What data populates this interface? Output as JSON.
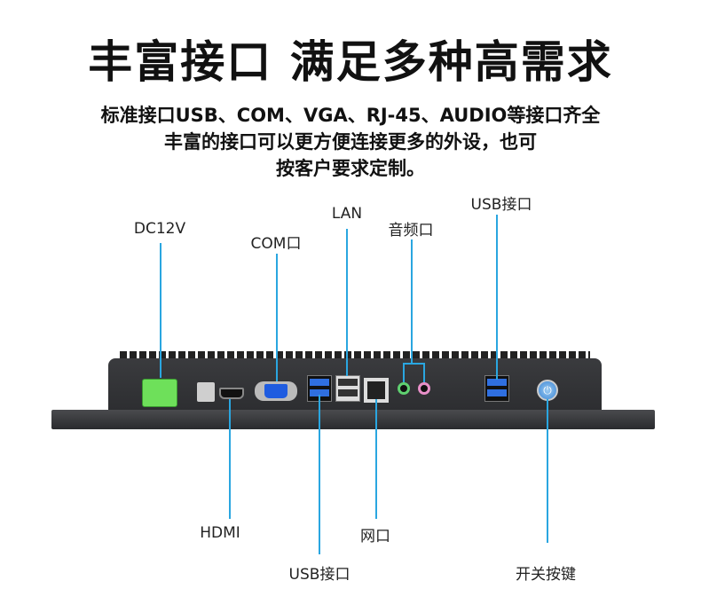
{
  "header": {
    "title": "丰富接口 满足多种高需求",
    "lines": [
      "标准接口USB、COM、VGA、RJ-45、AUDIO等接口齐全",
      "丰富的接口可以更方便连接更多的外设，也可",
      "按客户要求定制。"
    ]
  },
  "labels": {
    "dc": "DC12V",
    "com": "COM口",
    "lan": "LAN",
    "audio": "音频口",
    "usb_top": "USB接口",
    "hdmi": "HDMI",
    "usb_bottom": "USB接口",
    "net": "网口",
    "power": "开关按键"
  },
  "colors": {
    "accent": "#2aa6e0"
  }
}
